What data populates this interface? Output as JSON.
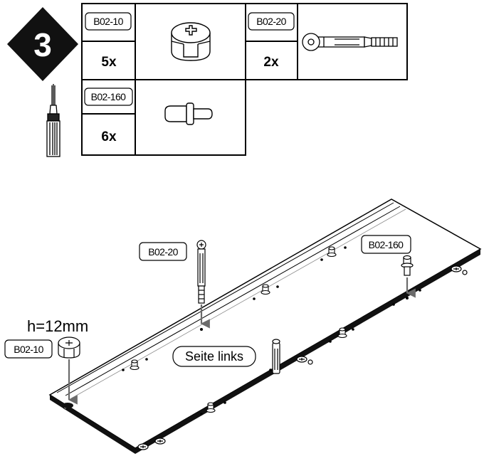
{
  "step": {
    "number": "3"
  },
  "parts": [
    {
      "code": "B02-10",
      "qty": "5x"
    },
    {
      "code": "B02-20",
      "qty": "2x"
    },
    {
      "code": "B02-160",
      "qty": "6x"
    }
  ],
  "callouts": {
    "b02_20": "B02-20",
    "b02_160": "B02-160",
    "b02_10": "B02-10",
    "height_note": "h=12mm",
    "panel_label": "Seite links"
  },
  "icons": [
    "screwdriver-icon",
    "cam-lock-icon",
    "cam-bolt-icon",
    "dowel-pin-icon"
  ]
}
